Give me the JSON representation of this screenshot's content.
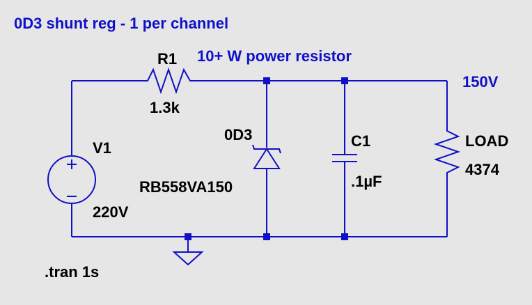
{
  "schematic": {
    "title": "0D3 shunt reg - 1 per channel",
    "annotation": "10+ W power resistor",
    "net_label": "150V",
    "directive": ".tran 1s",
    "components": {
      "r1": {
        "ref": "R1",
        "value": "1.3k"
      },
      "v1": {
        "ref": "V1",
        "value": "220V"
      },
      "d1": {
        "ref": "0D3",
        "value": "RB558VA150"
      },
      "c1": {
        "ref": "C1",
        "value": ".1µF"
      },
      "load": {
        "ref": "LOAD",
        "value": "4374"
      }
    }
  },
  "colors": {
    "background": "#e6e6e6",
    "wire": "#1010c8",
    "comment_text": "#1010c8",
    "component_text": "#000000"
  }
}
